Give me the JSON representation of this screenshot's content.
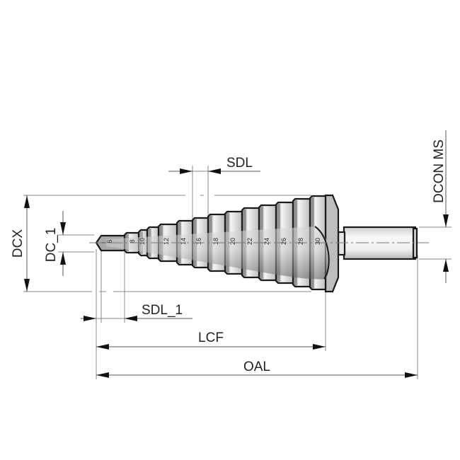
{
  "drawing": {
    "title": "Step drill dimension drawing",
    "colors": {
      "outline": "#1a1a1a",
      "dimension_line": "#555555",
      "extension_line": "#8a8a8a",
      "body_light": "#e8e8e8",
      "body_dark": "#6e6e6e"
    },
    "dimensions": {
      "dcx": "DCX",
      "dc_1": "DC_1",
      "sdl": "SDL",
      "sdl_1": "SDL_1",
      "lcf": "LCF",
      "oal": "OAL",
      "dcon_ms": "DCON MS"
    },
    "step_labels": [
      "6",
      "8",
      "10",
      "12",
      "14",
      "16",
      "18",
      "20",
      "22",
      "24",
      "26",
      "28",
      "30"
    ]
  }
}
